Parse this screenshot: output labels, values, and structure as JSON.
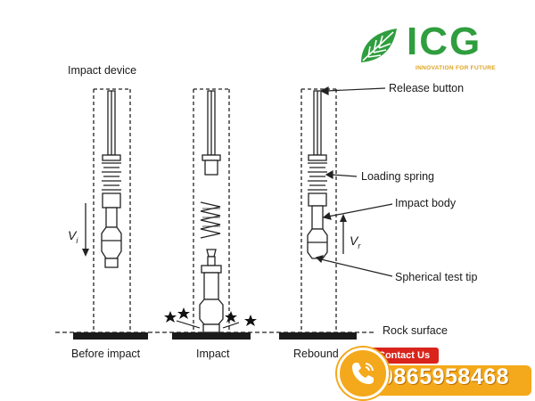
{
  "labels": {
    "impact_device": "Impact device",
    "release_button": "Release button",
    "loading_spring": "Loading spring",
    "impact_body": "Impact body",
    "spherical_test_tip": "Spherical test tip",
    "rock_surface": "Rock surface",
    "before_impact": "Before impact",
    "impact": "Impact",
    "rebound": "Rebound",
    "v_i": "V",
    "v_i_sub": "i",
    "v_r": "V",
    "v_r_sub": "r"
  },
  "logo": {
    "name": "ICG",
    "tagline": "INNOVATION FOR FUTURE"
  },
  "contact": {
    "label": "Contact Us",
    "phone": "0865958468"
  },
  "colors": {
    "brand_green": "#2f9e3e",
    "brand_orange": "#f4a81b",
    "contact_red": "#d9241b"
  }
}
